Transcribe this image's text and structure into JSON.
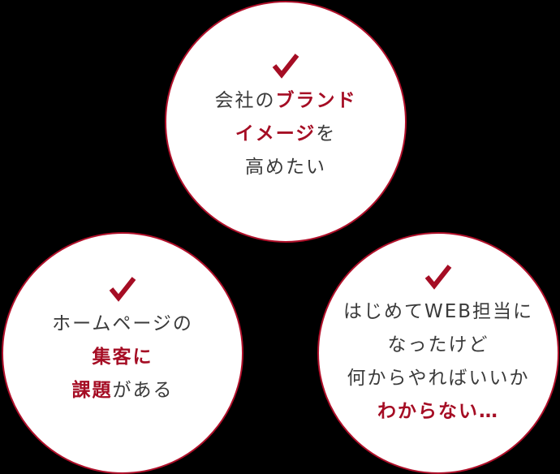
{
  "colors": {
    "accent": "#a50d24",
    "border": "#b0102a",
    "text": "#3a3a3a",
    "background": "#000000",
    "circle": "#ffffff"
  },
  "circles": [
    {
      "icon": "check-icon",
      "lines": [
        [
          {
            "t": "会社の",
            "em": false
          },
          {
            "t": "ブランド",
            "em": true
          }
        ],
        [
          {
            "t": "イメージ",
            "em": true
          },
          {
            "t": "を",
            "em": false
          }
        ],
        [
          {
            "t": "高めたい",
            "em": false
          }
        ]
      ]
    },
    {
      "icon": "check-icon",
      "lines": [
        [
          {
            "t": "ホームページの",
            "em": false
          }
        ],
        [
          {
            "t": "集客に",
            "em": true
          }
        ],
        [
          {
            "t": "課題",
            "em": true
          },
          {
            "t": "がある",
            "em": false
          }
        ]
      ]
    },
    {
      "icon": "check-icon",
      "lines": [
        [
          {
            "t": "はじめてWEB担当に",
            "em": false
          }
        ],
        [
          {
            "t": "なったけど",
            "em": false
          }
        ],
        [
          {
            "t": "何からやればいいか",
            "em": false
          }
        ],
        [
          {
            "t": "わからない…",
            "em": true
          }
        ]
      ]
    }
  ]
}
